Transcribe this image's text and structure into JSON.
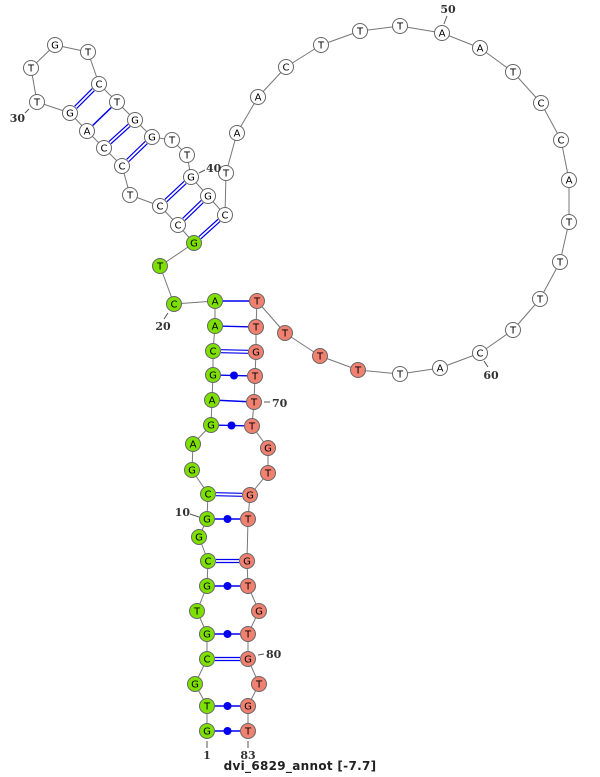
{
  "title": "dvi_6829_annot [-7.7]",
  "sequence": "GTGCGTGCGGCGAGAGCAACTGCCTCCAGTTGTCTGGTTGGCTAACTTTAATCCATTTTCATTTTTTGTTTGTGTGTGTGTGT",
  "pairs": [
    [
      1,
      83
    ],
    [
      2,
      82
    ],
    [
      4,
      80
    ],
    [
      5,
      79
    ],
    [
      7,
      77
    ],
    [
      8,
      76
    ],
    [
      10,
      75
    ],
    [
      11,
      74
    ],
    [
      14,
      71
    ],
    [
      15,
      70
    ],
    [
      16,
      69
    ],
    [
      17,
      68
    ],
    [
      18,
      67
    ],
    [
      19,
      66
    ],
    [
      22,
      42
    ],
    [
      23,
      41
    ],
    [
      24,
      40
    ],
    [
      26,
      37
    ],
    [
      27,
      36
    ],
    [
      28,
      35
    ],
    [
      29,
      34
    ]
  ],
  "number_labels": [
    "1",
    "10",
    "20",
    "30",
    "40",
    "50",
    "60",
    "70",
    "80",
    "83"
  ],
  "colors": {
    "green_region": "#7ee000",
    "red_region": "#f08070",
    "default_fill": "#ffffff",
    "pair_line": "#0000ee",
    "backbone": "#777777",
    "outline": "#666666"
  },
  "regions": {
    "green": [
      1,
      22
    ],
    "red": [
      63,
      83
    ]
  }
}
